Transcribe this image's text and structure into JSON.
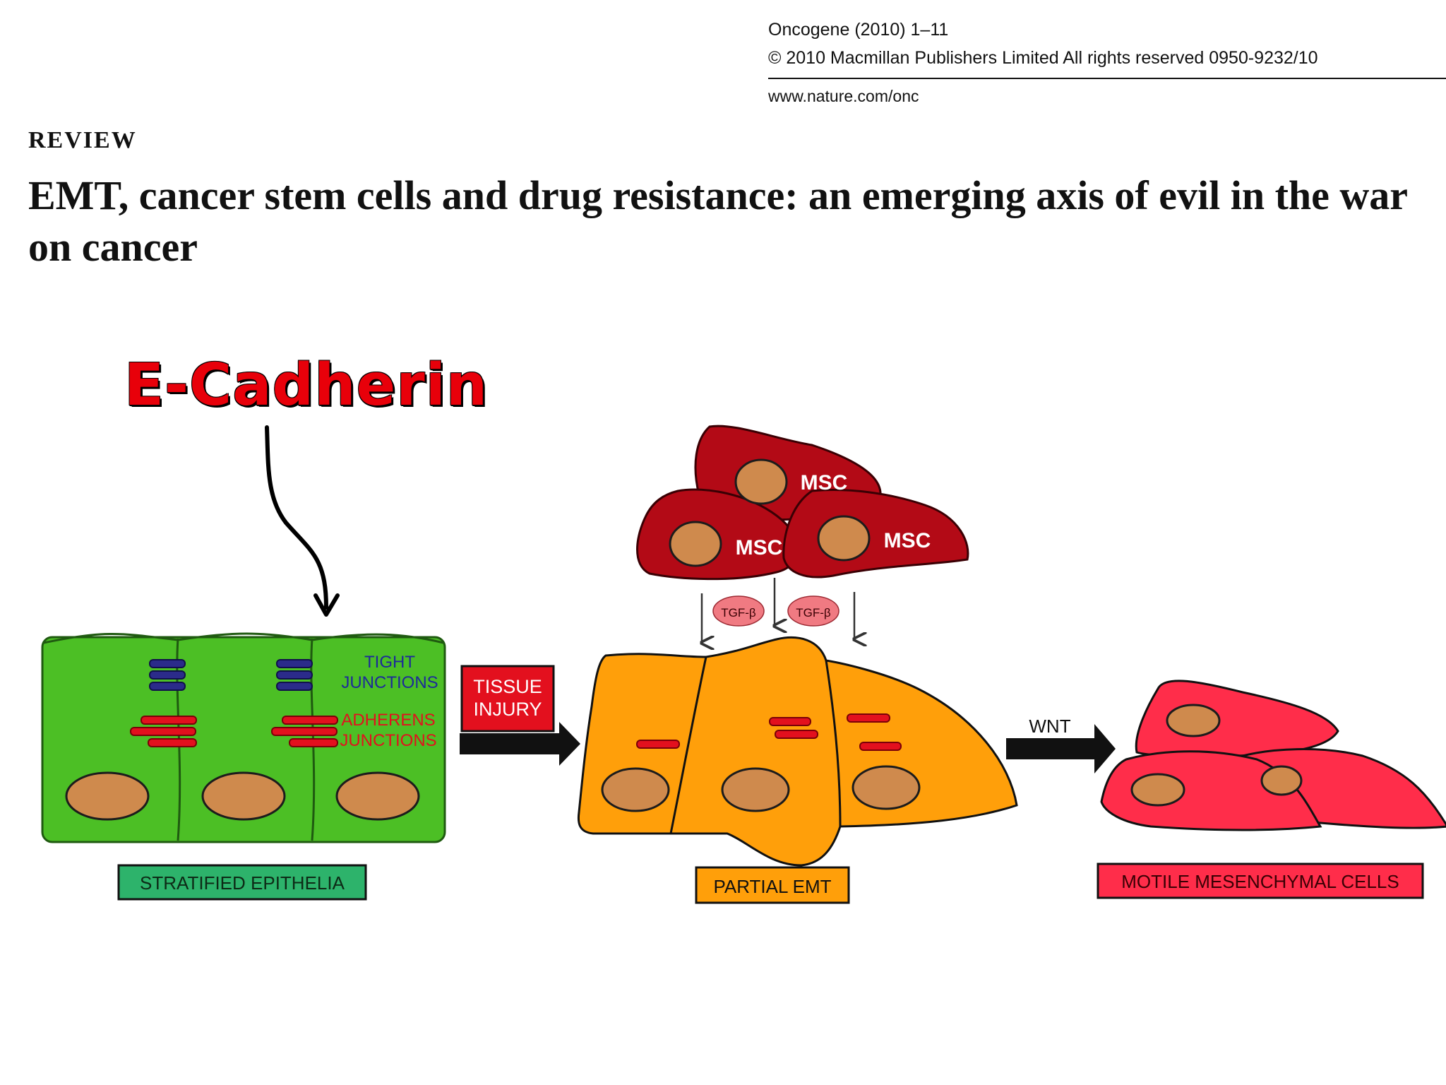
{
  "header": {
    "journal_line1": "Oncogene (2010) 1–11",
    "journal_line2": "© 2010 Macmillan Publishers Limited   All rights reserved 0950-9232/10",
    "journal_url": "www.nature.com/onc",
    "section": "REVIEW",
    "title": "EMT, cancer stem cells and drug resistance: an emerging axis of evil in the war on cancer"
  },
  "annotation": {
    "label": "E-Cadherin",
    "color": "#e8000a"
  },
  "diagram": {
    "stage1": {
      "caption": "STRATIFIED EPITHELIA",
      "tight_junctions": [
        "TIGHT",
        "JUNCTIONS"
      ],
      "adherens_junctions": [
        "ADHERENS",
        "JUNCTIONS"
      ],
      "cell_color": "#4cbf25",
      "caption_color": "#2db36b"
    },
    "arrow1_label": [
      "TISSUE",
      "INJURY"
    ],
    "msc": {
      "labels": [
        "MSC",
        "MSC",
        "MSC"
      ],
      "signals": [
        "TGF-β",
        "TGF-β"
      ],
      "color": "#b30a16"
    },
    "stage2": {
      "caption": "PARTIAL EMT",
      "cell_color": "#ff9f0a"
    },
    "arrow2_label": "WNT",
    "stage3": {
      "caption": "MOTILE MESENCHYMAL CELLS",
      "cell_color": "#ff2d4a"
    },
    "colors": {
      "nucleus": "#cf8a4d",
      "tight_junction": "#2b2b8a",
      "adherens_junction": "#e3101e",
      "tissue_injury_box": "#e3101e"
    }
  }
}
